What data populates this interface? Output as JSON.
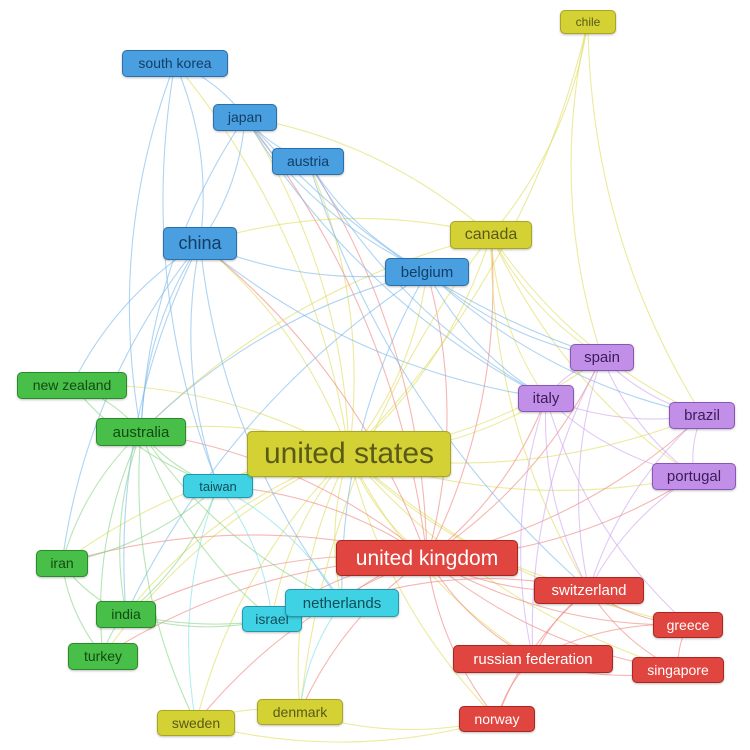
{
  "network": {
    "clusters": {
      "yellow": {
        "fill": "#d4d135",
        "border": "#a8a51e",
        "text": "#5a5a18",
        "edge": "#e0dc5a"
      },
      "blue": {
        "fill": "#4a9fe0",
        "border": "#2a6fa8",
        "text": "#123e66",
        "edge": "#7ab8ea"
      },
      "green": {
        "fill": "#48bf48",
        "border": "#2a8a2a",
        "text": "#124a12",
        "edge": "#86d486"
      },
      "red": {
        "fill": "#e0453f",
        "border": "#a8281f",
        "text": "#ffffff",
        "edge": "#f0857e"
      },
      "purple": {
        "fill": "#c28fe8",
        "border": "#8a55b8",
        "text": "#3c1c58",
        "edge": "#cfa4ee"
      },
      "cyan": {
        "fill": "#3fd2e4",
        "border": "#1e9aab",
        "text": "#104e58",
        "edge": "#7ee0ec"
      }
    },
    "nodes": [
      {
        "id": "united-states",
        "label": "united states",
        "cluster": "yellow"
      },
      {
        "id": "united-kingdom",
        "label": "united kingdom",
        "cluster": "red"
      },
      {
        "id": "canada",
        "label": "canada",
        "cluster": "yellow"
      },
      {
        "id": "chile",
        "label": "chile",
        "cluster": "yellow"
      },
      {
        "id": "sweden",
        "label": "sweden",
        "cluster": "yellow"
      },
      {
        "id": "denmark",
        "label": "denmark",
        "cluster": "yellow"
      },
      {
        "id": "south-korea",
        "label": "south korea",
        "cluster": "blue"
      },
      {
        "id": "japan",
        "label": "japan",
        "cluster": "blue"
      },
      {
        "id": "austria",
        "label": "austria",
        "cluster": "blue"
      },
      {
        "id": "china",
        "label": "china",
        "cluster": "blue"
      },
      {
        "id": "belgium",
        "label": "belgium",
        "cluster": "blue"
      },
      {
        "id": "new-zealand",
        "label": "new zealand",
        "cluster": "green"
      },
      {
        "id": "australia",
        "label": "australia",
        "cluster": "green"
      },
      {
        "id": "iran",
        "label": "iran",
        "cluster": "green"
      },
      {
        "id": "india",
        "label": "india",
        "cluster": "green"
      },
      {
        "id": "turkey",
        "label": "turkey",
        "cluster": "green"
      },
      {
        "id": "spain",
        "label": "spain",
        "cluster": "purple"
      },
      {
        "id": "italy",
        "label": "italy",
        "cluster": "purple"
      },
      {
        "id": "brazil",
        "label": "brazil",
        "cluster": "purple"
      },
      {
        "id": "portugal",
        "label": "portugal",
        "cluster": "purple"
      },
      {
        "id": "taiwan",
        "label": "taiwan",
        "cluster": "cyan"
      },
      {
        "id": "israel",
        "label": "israel",
        "cluster": "cyan"
      },
      {
        "id": "netherlands",
        "label": "netherlands",
        "cluster": "cyan"
      },
      {
        "id": "switzerland",
        "label": "switzerland",
        "cluster": "red"
      },
      {
        "id": "greece",
        "label": "greece",
        "cluster": "red"
      },
      {
        "id": "russian-federation",
        "label": "russian federation",
        "cluster": "red"
      },
      {
        "id": "singapore",
        "label": "singapore",
        "cluster": "red"
      },
      {
        "id": "norway",
        "label": "norway",
        "cluster": "red"
      }
    ],
    "edges": [
      [
        "united-states",
        "united-kingdom"
      ],
      [
        "united-states",
        "canada"
      ],
      [
        "united-states",
        "chile"
      ],
      [
        "united-states",
        "sweden"
      ],
      [
        "united-states",
        "denmark"
      ],
      [
        "united-states",
        "south-korea"
      ],
      [
        "united-states",
        "japan"
      ],
      [
        "united-states",
        "austria"
      ],
      [
        "united-states",
        "china"
      ],
      [
        "united-states",
        "belgium"
      ],
      [
        "united-states",
        "new-zealand"
      ],
      [
        "united-states",
        "australia"
      ],
      [
        "united-states",
        "iran"
      ],
      [
        "united-states",
        "india"
      ],
      [
        "united-states",
        "turkey"
      ],
      [
        "united-states",
        "spain"
      ],
      [
        "united-states",
        "italy"
      ],
      [
        "united-states",
        "brazil"
      ],
      [
        "united-states",
        "portugal"
      ],
      [
        "united-states",
        "taiwan"
      ],
      [
        "united-states",
        "israel"
      ],
      [
        "united-states",
        "netherlands"
      ],
      [
        "united-states",
        "switzerland"
      ],
      [
        "united-states",
        "greece"
      ],
      [
        "united-states",
        "russian-federation"
      ],
      [
        "united-states",
        "singapore"
      ],
      [
        "united-states",
        "norway"
      ],
      [
        "united-kingdom",
        "canada"
      ],
      [
        "united-kingdom",
        "china"
      ],
      [
        "united-kingdom",
        "australia"
      ],
      [
        "united-kingdom",
        "spain"
      ],
      [
        "united-kingdom",
        "italy"
      ],
      [
        "united-kingdom",
        "brazil"
      ],
      [
        "united-kingdom",
        "portugal"
      ],
      [
        "united-kingdom",
        "switzerland"
      ],
      [
        "united-kingdom",
        "greece"
      ],
      [
        "united-kingdom",
        "russian-federation"
      ],
      [
        "united-kingdom",
        "singapore"
      ],
      [
        "united-kingdom",
        "norway"
      ],
      [
        "united-kingdom",
        "netherlands"
      ],
      [
        "united-kingdom",
        "india"
      ],
      [
        "united-kingdom",
        "iran"
      ],
      [
        "united-kingdom",
        "turkey"
      ],
      [
        "united-kingdom",
        "belgium"
      ],
      [
        "united-kingdom",
        "japan"
      ],
      [
        "united-kingdom",
        "denmark"
      ],
      [
        "united-kingdom",
        "sweden"
      ],
      [
        "united-kingdom",
        "israel"
      ],
      [
        "united-kingdom",
        "taiwan"
      ],
      [
        "united-kingdom",
        "austria"
      ],
      [
        "canada",
        "chile"
      ],
      [
        "canada",
        "china"
      ],
      [
        "canada",
        "spain"
      ],
      [
        "canada",
        "italy"
      ],
      [
        "canada",
        "brazil"
      ],
      [
        "canada",
        "australia"
      ],
      [
        "canada",
        "japan"
      ],
      [
        "canada",
        "denmark"
      ],
      [
        "canada",
        "switzerland"
      ],
      [
        "canada",
        "portugal"
      ],
      [
        "china",
        "japan"
      ],
      [
        "china",
        "south-korea"
      ],
      [
        "china",
        "australia"
      ],
      [
        "china",
        "taiwan"
      ],
      [
        "china",
        "belgium"
      ],
      [
        "china",
        "italy"
      ],
      [
        "china",
        "india"
      ],
      [
        "china",
        "new-zealand"
      ],
      [
        "china",
        "netherlands"
      ],
      [
        "china",
        "iran"
      ],
      [
        "japan",
        "south-korea"
      ],
      [
        "japan",
        "austria"
      ],
      [
        "japan",
        "belgium"
      ],
      [
        "japan",
        "spain"
      ],
      [
        "japan",
        "australia"
      ],
      [
        "japan",
        "italy"
      ],
      [
        "south-korea",
        "taiwan"
      ],
      [
        "south-korea",
        "australia"
      ],
      [
        "austria",
        "belgium"
      ],
      [
        "austria",
        "italy"
      ],
      [
        "austria",
        "switzerland"
      ],
      [
        "belgium",
        "spain"
      ],
      [
        "belgium",
        "italy"
      ],
      [
        "belgium",
        "netherlands"
      ],
      [
        "belgium",
        "brazil"
      ],
      [
        "belgium",
        "australia"
      ],
      [
        "belgium",
        "india"
      ],
      [
        "australia",
        "new-zealand"
      ],
      [
        "australia",
        "iran"
      ],
      [
        "australia",
        "india"
      ],
      [
        "australia",
        "turkey"
      ],
      [
        "australia",
        "taiwan"
      ],
      [
        "australia",
        "sweden"
      ],
      [
        "australia",
        "netherlands"
      ],
      [
        "australia",
        "israel"
      ],
      [
        "iran",
        "india"
      ],
      [
        "iran",
        "turkey"
      ],
      [
        "iran",
        "taiwan"
      ],
      [
        "india",
        "turkey"
      ],
      [
        "india",
        "taiwan"
      ],
      [
        "india",
        "netherlands"
      ],
      [
        "india",
        "israel"
      ],
      [
        "new-zealand",
        "taiwan"
      ],
      [
        "spain",
        "italy"
      ],
      [
        "spain",
        "brazil"
      ],
      [
        "spain",
        "portugal"
      ],
      [
        "spain",
        "switzerland"
      ],
      [
        "italy",
        "brazil"
      ],
      [
        "italy",
        "portugal"
      ],
      [
        "italy",
        "switzerland"
      ],
      [
        "italy",
        "greece"
      ],
      [
        "italy",
        "russian-federation"
      ],
      [
        "brazil",
        "portugal"
      ],
      [
        "brazil",
        "switzerland"
      ],
      [
        "portugal",
        "switzerland"
      ],
      [
        "spain",
        "russian-federation"
      ],
      [
        "switzerland",
        "greece"
      ],
      [
        "switzerland",
        "singapore"
      ],
      [
        "switzerland",
        "russian-federation"
      ],
      [
        "switzerland",
        "netherlands"
      ],
      [
        "switzerland",
        "norway"
      ],
      [
        "greece",
        "singapore"
      ],
      [
        "russian-federation",
        "singapore"
      ],
      [
        "russian-federation",
        "norway"
      ],
      [
        "greece",
        "russian-federation"
      ],
      [
        "netherlands",
        "israel"
      ],
      [
        "netherlands",
        "denmark"
      ],
      [
        "netherlands",
        "taiwan"
      ],
      [
        "israel",
        "taiwan"
      ],
      [
        "taiwan",
        "sweden"
      ],
      [
        "denmark",
        "sweden"
      ],
      [
        "denmark",
        "norway"
      ],
      [
        "sweden",
        "norway"
      ],
      [
        "chile",
        "spain"
      ],
      [
        "chile",
        "brazil"
      ]
    ]
  }
}
